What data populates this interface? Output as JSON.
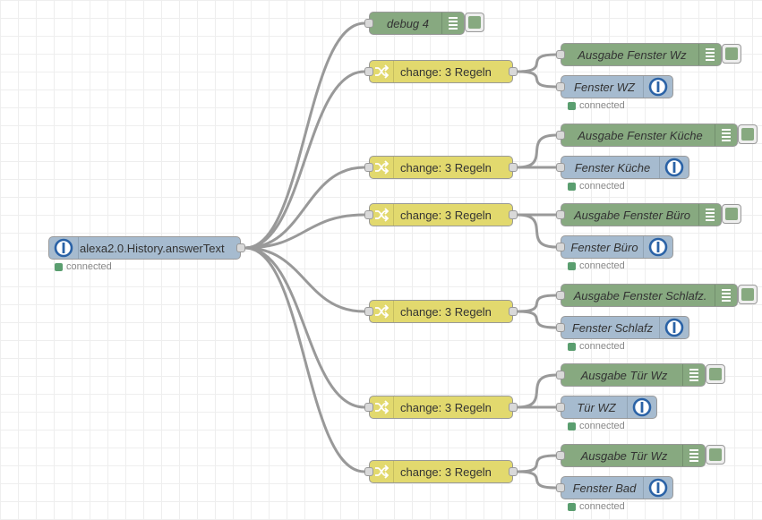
{
  "flow": {
    "input_node": {
      "label": "alexa2.0.History.answerText",
      "status": "connected",
      "icon": "iobroker-logo-icon"
    },
    "debug_node": {
      "label": "debug 4",
      "icon": "debug-list-icon"
    },
    "change_nodes": [
      {
        "label": "change: 3 Regeln",
        "icon": "shuffle-icon"
      },
      {
        "label": "change: 3 Regeln",
        "icon": "shuffle-icon"
      },
      {
        "label": "change: 3 Regeln",
        "icon": "shuffle-icon"
      },
      {
        "label": "change: 3 Regeln",
        "icon": "shuffle-icon"
      },
      {
        "label": "change: 3 Regeln",
        "icon": "shuffle-icon"
      },
      {
        "label": "change: 3 Regeln",
        "icon": "shuffle-icon"
      }
    ],
    "output_debug_nodes": [
      {
        "label": "Ausgabe Fenster Wz"
      },
      {
        "label": "Ausgabe Fenster Küche"
      },
      {
        "label": "Ausgabe Fenster Büro"
      },
      {
        "label": "Ausgabe Fenster Schlafz."
      },
      {
        "label": "Ausgabe Tür Wz"
      },
      {
        "label": "Ausgabe Tür Wz"
      }
    ],
    "output_iob_nodes": [
      {
        "label": "Fenster WZ",
        "status": "connected"
      },
      {
        "label": "Fenster Küche",
        "status": "connected"
      },
      {
        "label": "Fenster Büro",
        "status": "connected"
      },
      {
        "label": "Fenster Schlafz",
        "status": "connected"
      },
      {
        "label": "Tür WZ",
        "status": "connected"
      },
      {
        "label": "Fenster Bad",
        "status": "connected"
      }
    ]
  },
  "colors": {
    "debug_node": "#87a980",
    "change_node": "#e2d96e",
    "iobroker_node": "#a6bbcf",
    "wire": "#999999",
    "status_connected": "#5a9e6f"
  }
}
